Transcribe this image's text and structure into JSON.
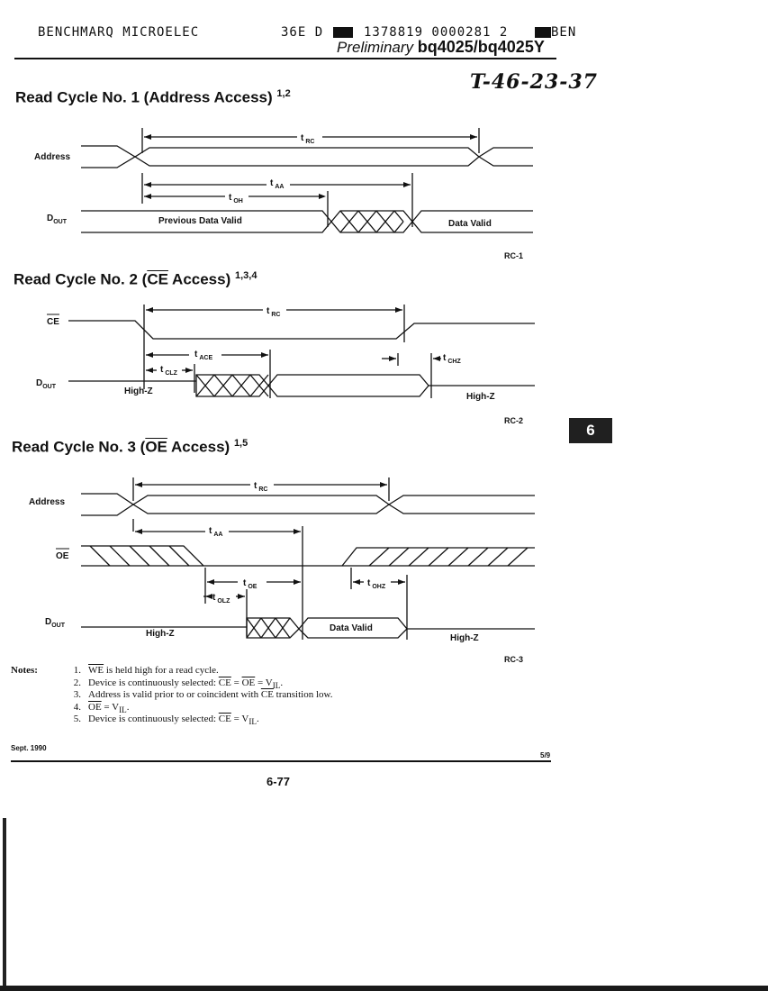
{
  "header": {
    "company": "BENCHMARQ MICROELEC",
    "code": "36E D",
    "barcode_numbers": "1378819 0000281 2",
    "suffix": "BEN",
    "preliminary": "Preliminary",
    "part": "bq4025/bq4025Y",
    "handwritten": "T-46-23-37"
  },
  "cycle1": {
    "title_a": "Read Cycle No. 1 (Address Access)",
    "title_sup": "1,2",
    "address": "Address",
    "dout_main": "D",
    "dout_sub": "OUT",
    "trc": "RC",
    "taa": "AA",
    "toh": "OH",
    "t": "t",
    "previous": "Previous Data Valid",
    "data_valid": "Data Valid",
    "tag": "RC-1"
  },
  "cycle2": {
    "title_a": "Read Cycle No. 2 (",
    "title_ov": "CE",
    "title_b": " Access)",
    "title_sup": "1,3,4",
    "ce": "CE",
    "dout_main": "D",
    "dout_sub": "OUT",
    "t": "t",
    "trc": "RC",
    "tace": "ACE",
    "tclz": "CLZ",
    "tchz": "CHZ",
    "highz_left": "High-Z",
    "highz_right": "High-Z",
    "tag": "RC-2"
  },
  "cycle3": {
    "title_a": "Read Cycle No. 3 (",
    "title_ov": "OE",
    "title_b": " Access)",
    "title_sup": "1,5",
    "address": "Address",
    "oe": "OE",
    "dout_main": "D",
    "dout_sub": "OUT",
    "t": "t",
    "trc": "RC",
    "taa": "AA",
    "toe": "OE",
    "tolz": "OLZ",
    "tohz": "OHZ",
    "highz_left": "High-Z",
    "data_valid": "Data Valid",
    "highz_right": "High-Z",
    "tag": "RC-3"
  },
  "notes": {
    "label": "Notes:",
    "items": [
      {
        "num": "1.",
        "ov": "WE",
        "text": " is held high for a read cycle."
      },
      {
        "num": "2.",
        "pre": "Device is continuously selected: ",
        "ov": "CE",
        "mid": " = ",
        "ov2": "OE",
        "text": " = V",
        "sub": "IL",
        "end": "."
      },
      {
        "num": "3.",
        "pre": "Address is valid prior to or coincident with ",
        "ov": "CE",
        "text": " transition low."
      },
      {
        "num": "4.",
        "ov": "OE",
        "text": " = V",
        "sub": "IL",
        "end": "."
      },
      {
        "num": "5.",
        "pre": "Device is continuously selected: ",
        "ov": "CE",
        "text": " = V",
        "sub": "IL",
        "end": "."
      }
    ]
  },
  "tab": "6",
  "footer": {
    "date": "Sept. 1990",
    "page_code": "5/9",
    "page_number": "6-77"
  },
  "colors": {
    "ink": "#111111",
    "tab_bg": "#202020",
    "paper": "#ffffff"
  }
}
